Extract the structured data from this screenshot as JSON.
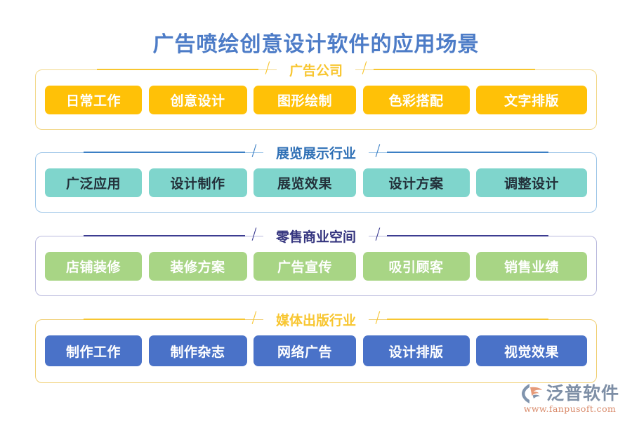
{
  "page": {
    "title": "广告喷绘创意设计软件的应用场景",
    "background_color": "#ffffff",
    "title_color": "#4d7cc7"
  },
  "sections": [
    {
      "label": "广告公司",
      "label_color": "#f8c630",
      "border_color": "#f2d88a",
      "pill_color": "#ffc107",
      "pill_text_color": "#ffffff",
      "pills": [
        "日常工作",
        "创意设计",
        "图形绘制",
        "色彩搭配",
        "文字排版"
      ]
    },
    {
      "label": "展览展示行业",
      "label_color": "#2e6fb5",
      "border_color": "#9ec6e8",
      "pill_color": "#7fd5cc",
      "pill_text_color": "#23303a",
      "pills": [
        "广泛应用",
        "设计制作",
        "展览效果",
        "设计方案",
        "调整设计"
      ]
    },
    {
      "label": "零售商业空间",
      "label_color": "#35357f",
      "border_color": "#b9b9dd",
      "pill_color": "#a8d585",
      "pill_text_color": "#ffffff",
      "pills": [
        "店铺装修",
        "装修方案",
        "广告宣传",
        "吸引顾客",
        "销售业绩"
      ]
    },
    {
      "label": "媒体出版行业",
      "label_color": "#f8c630",
      "border_color": "#f0cf73",
      "pill_color": "#4a72c8",
      "pill_text_color": "#ffffff",
      "pills": [
        "制作工作",
        "制作杂志",
        "网络广告",
        "设计排版",
        "视觉效果"
      ]
    }
  ],
  "decor": {
    "slash": "/"
  },
  "logo": {
    "brand": "泛普软件",
    "url": "www.fanpusoft.com",
    "brand_color": "#7e8fa6",
    "url_color": "#d98a6a"
  }
}
